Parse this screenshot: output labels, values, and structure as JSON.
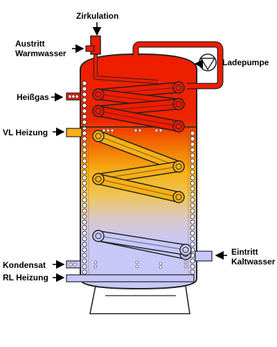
{
  "labels": {
    "zirkulation": "Zirkulation",
    "austritt_line1": "Austritt",
    "austritt_line2": "Warmwasser",
    "ladepumpe": "Ladepumpe",
    "heissgas": "Heißgas",
    "vl_heizung": "VL Heizung",
    "eintritt_line1": "Eintritt",
    "eintritt_line2": "Kaltwasser",
    "kondensat": "Kondensat",
    "rl_heizung": "RL Heizung"
  },
  "colors": {
    "hot": "#ee1c00",
    "warm": "#f7b016",
    "cold": "#c8c8f8",
    "outline": "#222222",
    "pipe_red": "#ee1c00",
    "pipe_orange": "#f7b016",
    "pipe_blue": "#c7c7fb"
  },
  "icons": {
    "pump": "pump-circle-triangle-icon",
    "arrow": "arrow-icon"
  }
}
